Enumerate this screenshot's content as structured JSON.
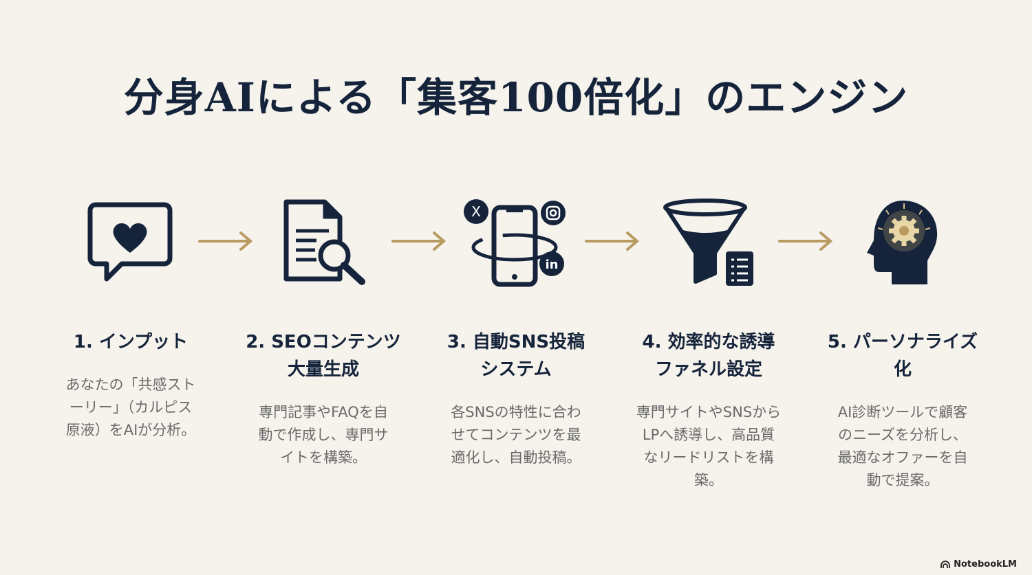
{
  "title": "分身AIによる「集客100倍化」のエンジン",
  "colors": {
    "navy": "#15243b",
    "gold": "#b99b62",
    "background": "#f6f3ed",
    "text_gray": "#6a6a6a"
  },
  "steps": [
    {
      "icon": "heart-speech-bubble-icon",
      "title_lines": [
        "1. インプット"
      ],
      "desc_lines": [
        "あなたの「共感スト",
        "ーリー」（カルピス",
        "原液）をAIが分析。"
      ]
    },
    {
      "icon": "document-search-icon",
      "title_lines": [
        "2. SEOコンテンツ",
        "大量生成"
      ],
      "desc_lines": [
        "専門記事やFAQを自",
        "動で作成し、専門サ",
        "イトを構築。"
      ]
    },
    {
      "icon": "smartphone-social-icon",
      "title_lines": [
        "3. 自動SNS投稿",
        "システム"
      ],
      "desc_lines": [
        "各SNSの特性に合わ",
        "せてコンテンツを最",
        "適化し、自動投稿。"
      ]
    },
    {
      "icon": "funnel-list-icon",
      "title_lines": [
        "4. 効率的な誘導",
        "ファネル設定"
      ],
      "desc_lines": [
        "専門サイトやSNSから",
        "LPへ誘導し、高品質",
        "なリードリストを構",
        "築。"
      ]
    },
    {
      "icon": "head-gear-icon",
      "title_lines": [
        "5. パーソナライズ",
        "化"
      ],
      "desc_lines": [
        "AI診断ツールで顧客",
        "のニーズを分析し、",
        "最適なオファーを自",
        "動で提案。"
      ]
    }
  ],
  "brand": "NotebookLM"
}
